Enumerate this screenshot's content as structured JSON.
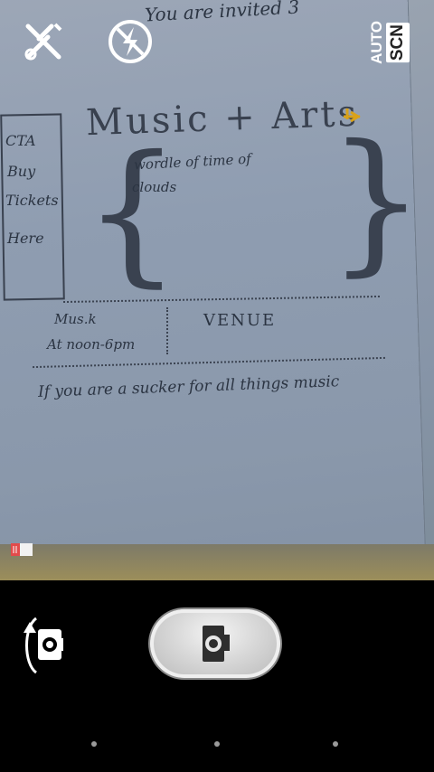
{
  "viewfinder": {
    "sketch": {
      "top_text": "You are invited 3",
      "title": "Music + Arts",
      "side_lines": [
        "CTA",
        "Buy",
        "Tickets",
        "Here"
      ],
      "brace_lines": [
        "wordle of time of",
        "clouds"
      ],
      "left_cell_lines": [
        "Mus.k",
        "At noon-6pm"
      ],
      "venue": "VENUE",
      "bottom_line": "If you are a sucker for all things music"
    }
  },
  "top_bar": {
    "settings_icon": "tools-icon",
    "flash_icon": "flash-off-icon",
    "scene_mode": {
      "line1": "SCN",
      "line2": "AUTO"
    }
  },
  "bottom_bar": {
    "switch_camera_icon": "switch-camera-icon",
    "shutter_icon": "camera-icon",
    "mode": "camera"
  },
  "colors": {
    "accent_focus": "#d9a21a",
    "storage": "#e24b4b"
  }
}
